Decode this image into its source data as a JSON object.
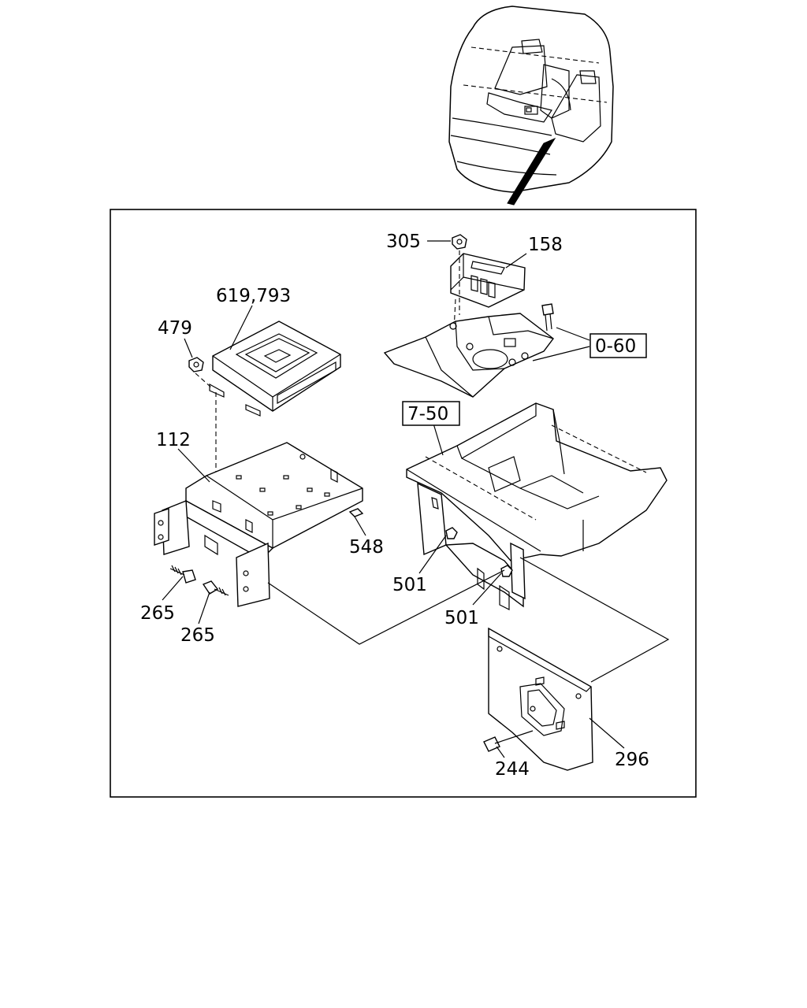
{
  "diagram": {
    "callouts": {
      "c305": "305",
      "c158": "158",
      "c619": "619,793",
      "c479": "479",
      "c112": "112",
      "c548": "548",
      "c501a": "501",
      "c501b": "501",
      "c265a": "265",
      "c265b": "265",
      "c244": "244",
      "c296": "296"
    },
    "references": {
      "ref060": "0-60",
      "ref750": "7-50"
    }
  }
}
